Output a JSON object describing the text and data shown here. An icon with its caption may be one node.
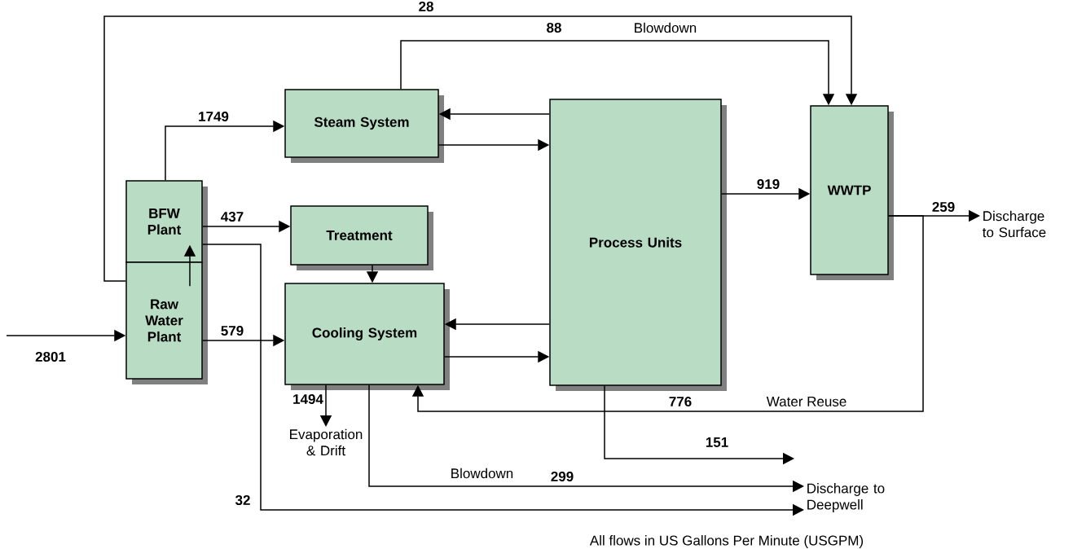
{
  "diagram": {
    "nodes": [
      {
        "text": [
          "BFW Plant"
        ]
      },
      {
        "text": [
          "Raw Water Plant"
        ]
      },
      {
        "text": [
          "Steam System"
        ]
      },
      {
        "text": [
          "Treatment"
        ]
      },
      {
        "text": [
          "Cooling System"
        ]
      },
      {
        "text": [
          "Process Units"
        ]
      },
      {
        "text": [
          "WWTP"
        ]
      },
      {
        "text": [
          "Discharge to Surface"
        ]
      },
      {
        "text": [
          "Evaporation & Drift"
        ]
      },
      {
        "text": [
          "Discharge to Deepwell"
        ]
      }
    ],
    "edges": [
      {
        "from": null,
        "to": 1,
        "arrow": "to",
        "label": "2801"
      },
      {
        "from": 1,
        "to": 0,
        "arrow": "to"
      },
      {
        "from": 0,
        "to": 2,
        "arrow": "to",
        "label": "1749"
      },
      {
        "from": 0,
        "to": 3,
        "arrow": "to",
        "label": "437"
      },
      {
        "from": 1,
        "to": 4,
        "arrow": "to",
        "label": "579"
      },
      {
        "from": 3,
        "to": 4,
        "arrow": "to"
      },
      {
        "from": 5,
        "to": 2,
        "arrow": "to"
      },
      {
        "from": 2,
        "to": 5,
        "arrow": "to"
      },
      {
        "from": 5,
        "to": 4,
        "arrow": "to"
      },
      {
        "from": 4,
        "to": 5,
        "arrow": "to"
      },
      {
        "from": 2,
        "to": 6,
        "arrow": "to",
        "label": "88"
      },
      {
        "from": 1,
        "to": 6,
        "arrow": "to",
        "label": "28"
      },
      {
        "from": 5,
        "to": 6,
        "arrow": "to",
        "label": "919"
      },
      {
        "from": 6,
        "to": 7,
        "arrow": "to",
        "label": "259"
      },
      {
        "from": 6,
        "to": 4,
        "arrow": "to",
        "label": "776"
      },
      {
        "from": 4,
        "to": 8,
        "arrow": "to",
        "label": "1494"
      },
      {
        "from": 4,
        "to": 9,
        "arrow": "to",
        "label": "299"
      },
      {
        "from": 0,
        "to": 9,
        "arrow": "to",
        "label": "32"
      },
      {
        "from": 5,
        "to": null,
        "arrow": "to",
        "label": "151"
      }
    ],
    "labels": [
      "Blowdown",
      "Water Reuse",
      "Blowdown",
      "All flows in US Gallons Per Minute (USGPM)"
    ]
  }
}
